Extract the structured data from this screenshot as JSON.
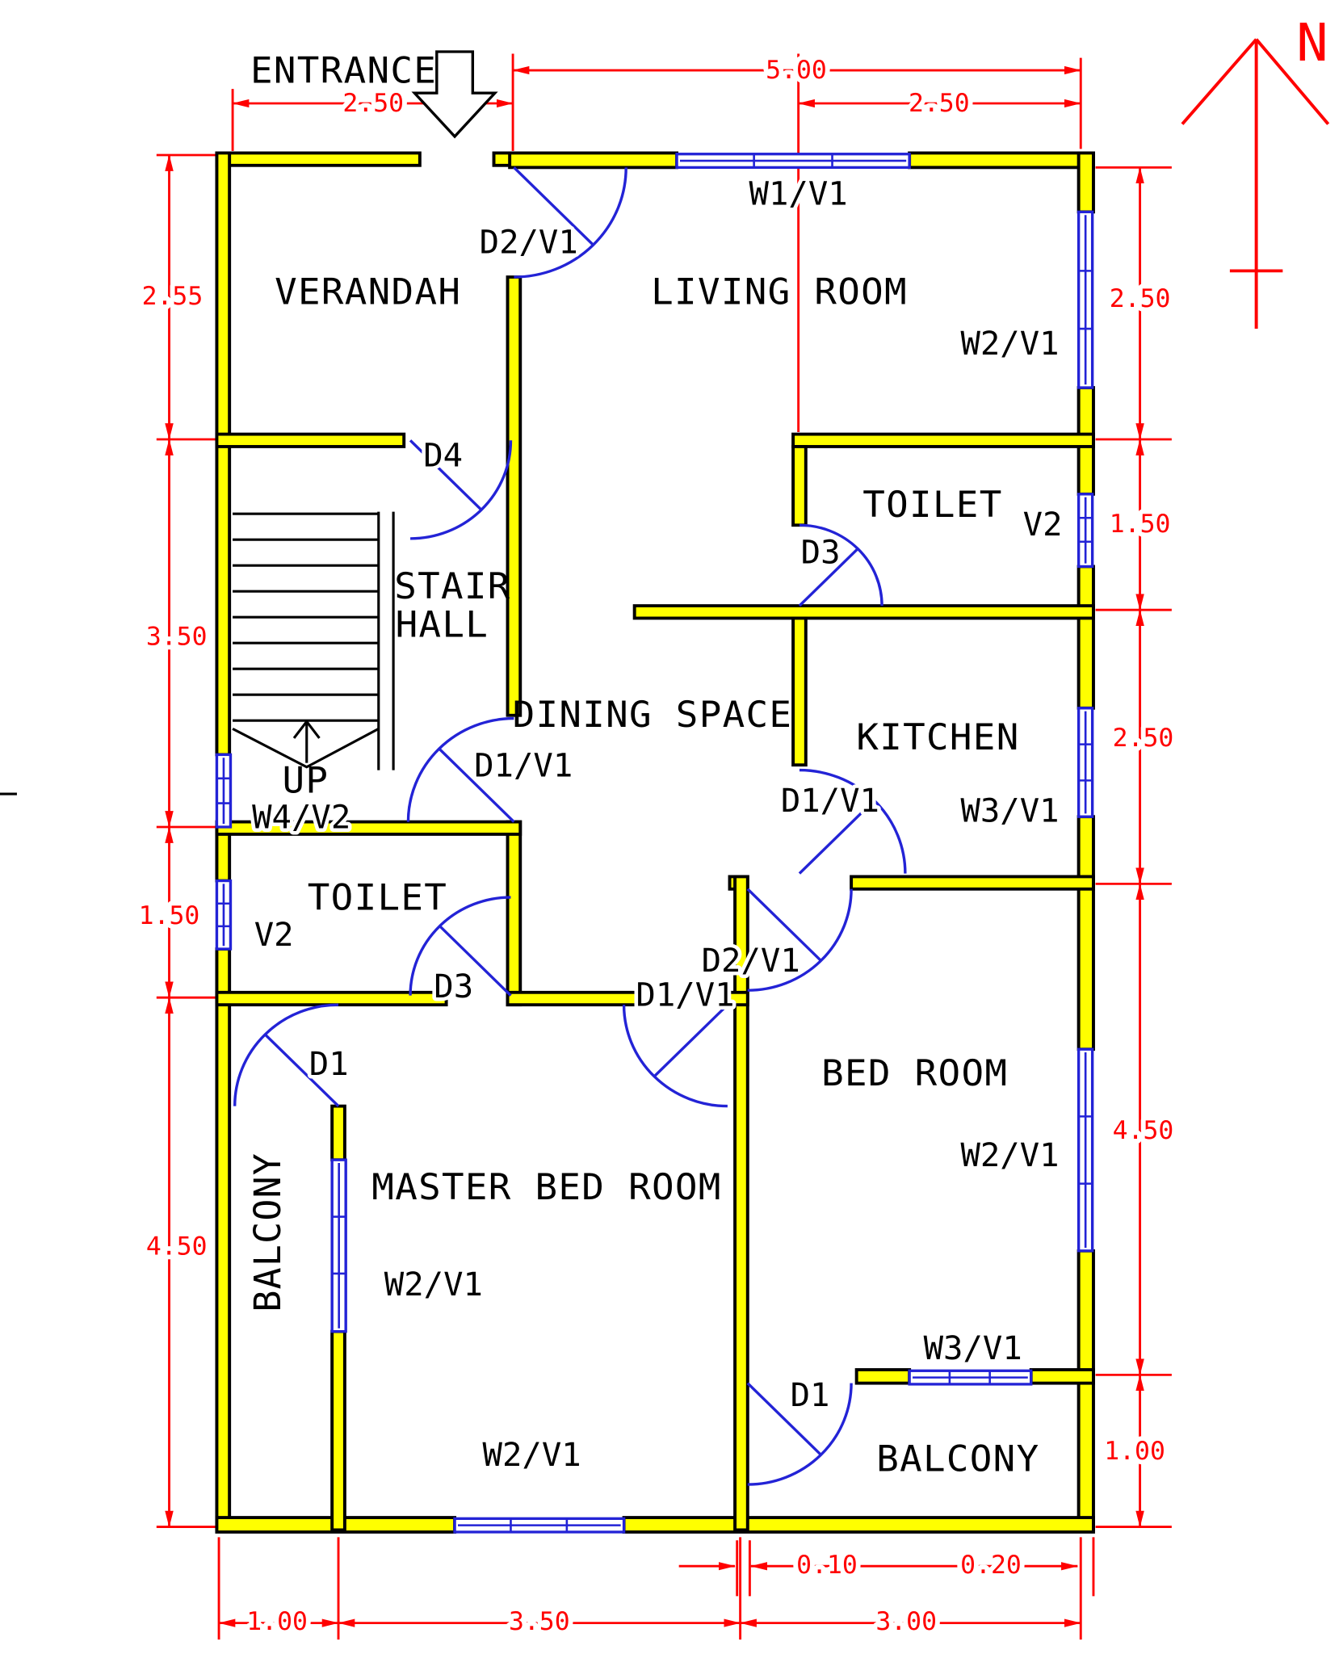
{
  "drawing": {
    "north": "N",
    "entrance": "ENTRANCE",
    "up": "UP"
  },
  "rooms": {
    "verandah": "VERANDAH",
    "living": "LIVING ROOM",
    "stair_line1": "STAIR",
    "stair_line2": "HALL",
    "dining": "DINING SPACE",
    "toilet_right": "TOILET",
    "kitchen": "KITCHEN",
    "toilet_left": "TOILET",
    "bed": "BED ROOM",
    "master": "MASTER BED ROOM",
    "balcony_left": "BALCONY",
    "balcony_right": "BALCONY"
  },
  "tags": {
    "w1_top": "W1/V1",
    "d2_verandah": "D2/V1",
    "w2_living": "W2/V1",
    "d4_stair": "D4",
    "d3_toilet_right": "D3",
    "v2_toilet_right": "V2",
    "d1_dining": "D1/V1",
    "w4_stair": "W4/V2",
    "d1_kitchen": "D1/V1",
    "w3_kitchen": "W3/V1",
    "v2_toilet_left": "V2",
    "d3_toilet_left": "D3",
    "d2_bed": "D2/V1",
    "d1_master": "D1/V1",
    "d1_balcony_left": "D1",
    "w2_bed": "W2/V1",
    "w2_master": "W2/V1",
    "w3_balcony": "W3/V1",
    "d1_balcony_right": "D1",
    "w2_bottom": "W2/V1"
  },
  "dims": {
    "top_left": "2.50",
    "top_span": "5.00",
    "top_right": "2.50",
    "left_verandah": "2.55",
    "left_stair": "3.50",
    "left_toilet": "1.50",
    "left_balcony": "4.50",
    "right_living": "2.50",
    "right_toilet": "1.50",
    "right_kitchen": "2.50",
    "right_bed": "4.50",
    "right_balcony": "1.00",
    "wall_thickness_inner": "0.10",
    "wall_thickness_outer": "0.20",
    "bottom_balcony": "1.00",
    "bottom_master": "3.50",
    "bottom_bed": "3.00"
  },
  "colors": {
    "dimension": "#ff0000",
    "opening": "#2323d6",
    "wall_fill": "#ffff00",
    "outline": "#000000"
  }
}
